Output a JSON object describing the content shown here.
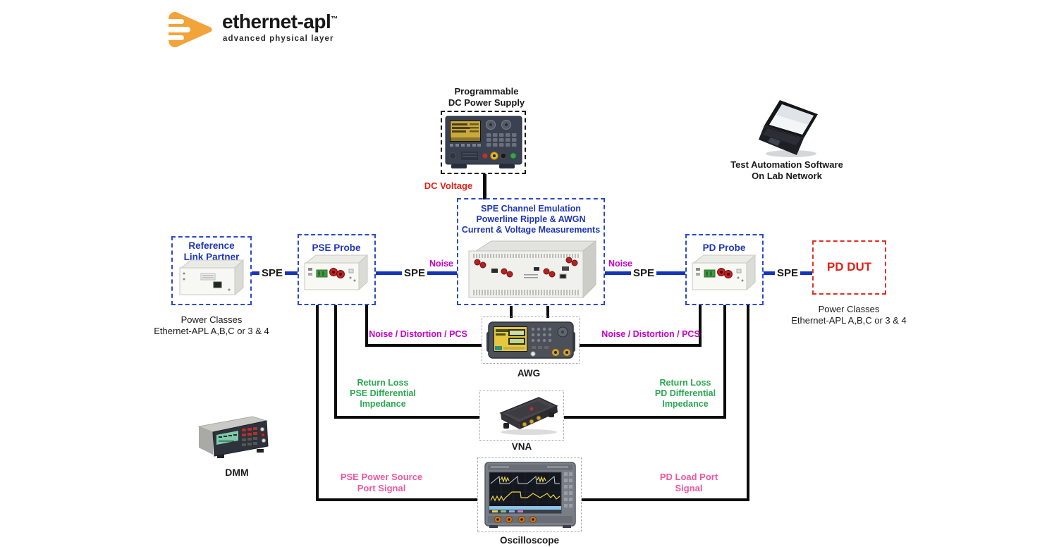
{
  "logo": {
    "brand": "ethernet-apl",
    "trademark": "™",
    "tagline": "advanced physical layer"
  },
  "top": {
    "dc_supply_title": "Programmable\nDC Power Supply",
    "dc_voltage_label": "DC Voltage",
    "laptop_caption": "Test Automation Software\nOn Lab Network"
  },
  "chain": {
    "reference_title": "Reference\nLink Partner",
    "reference_caption": "Power Classes\nEthernet-APL A,B,C or 3 & 4",
    "pse_probe_title": "PSE Probe",
    "emulator_title": "SPE Channel Emulation\nPowerline Ripple & AWGN\nCurrent & Voltage Measurements",
    "pd_probe_title": "PD Probe",
    "pd_dut_title": "PD DUT",
    "pd_dut_caption": "Power Classes\nEthernet-APL A,B,C or 3 & 4",
    "spe_label_1": "SPE",
    "spe_label_2": "SPE",
    "spe_label_3": "SPE",
    "spe_label_4": "SPE",
    "noise_label_left": "Noise",
    "noise_label_right": "Noise"
  },
  "measurements": {
    "awg_label": "AWG",
    "awg_left_label": "Noise / Distortion / PCS",
    "awg_right_label": "Noise / Distortion / PCS",
    "vna_label": "VNA",
    "vna_left_label": "Return Loss\nPSE Differential\nImpedance",
    "vna_right_label": "Return Loss\nPD Differential\nImpedance",
    "osc_label": "Oscilloscope",
    "osc_left_label": "PSE Power Source\nPort Signal",
    "osc_right_label": "PD Load Port\nSignal",
    "dmm_label": "DMM"
  },
  "colors": {
    "spe_line_blue": "#1434bc",
    "dashed_box_blue": "#2b49cc",
    "dashed_box_red": "#e03024",
    "text_blue": "#1f36b8",
    "text_red": "#e02318",
    "text_magenta": "#c800c8",
    "text_green": "#2aa84f",
    "text_pink": "#f0579e",
    "connector_black": "#0a0a0a",
    "logo_orange": "#f2a339"
  }
}
